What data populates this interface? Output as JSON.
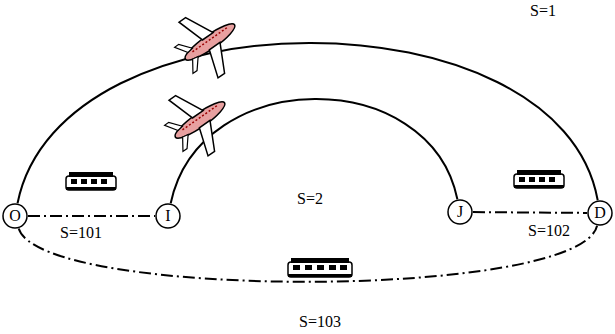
{
  "diagram": {
    "nodes": [
      {
        "text": [
          "O"
        ]
      },
      {
        "text": [
          "I"
        ]
      },
      {
        "text": [
          "J"
        ]
      },
      {
        "text": [
          "D"
        ]
      }
    ],
    "edges": [
      {
        "from": 0,
        "to": 3,
        "arrow": "none",
        "label": "S=1"
      },
      {
        "from": 1,
        "to": 2,
        "arrow": "none",
        "label": "S=2"
      },
      {
        "from": 0,
        "to": 1,
        "arrow": "none",
        "label": "S=101"
      },
      {
        "from": 2,
        "to": 3,
        "arrow": "none",
        "label": "S=102"
      },
      {
        "from": 0,
        "to": 3,
        "arrow": "none",
        "label": "S=103"
      }
    ]
  }
}
